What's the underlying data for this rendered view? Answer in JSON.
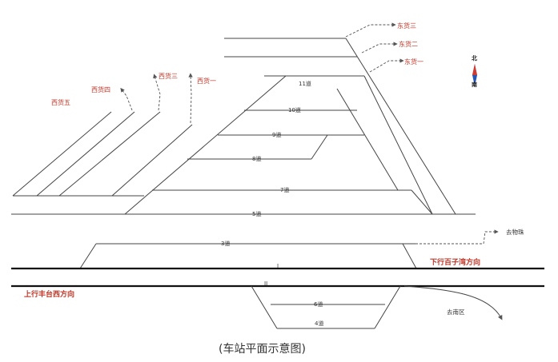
{
  "caption": "(车站平面示意图)",
  "compass": {
    "north": "北",
    "south": "南"
  },
  "tracks": {
    "t11": "11道",
    "t10": "10道",
    "t9": "9道",
    "t8": "8道",
    "t7": "7道",
    "t5": "5道",
    "t3": "3道",
    "main1": "I",
    "main2": "II",
    "t6": "6道",
    "t4": "4道"
  },
  "freight": {
    "east3": "东货三",
    "east2": "东货二",
    "east1": "东货一",
    "west4": "西货四",
    "west3": "西货三",
    "west1": "西货一",
    "west5": "西货五"
  },
  "directions": {
    "down": "下行百子湾方向",
    "up": "上行丰台西方向"
  },
  "destinations": {
    "to_rail": "去物珠",
    "to_south": "去南区"
  }
}
